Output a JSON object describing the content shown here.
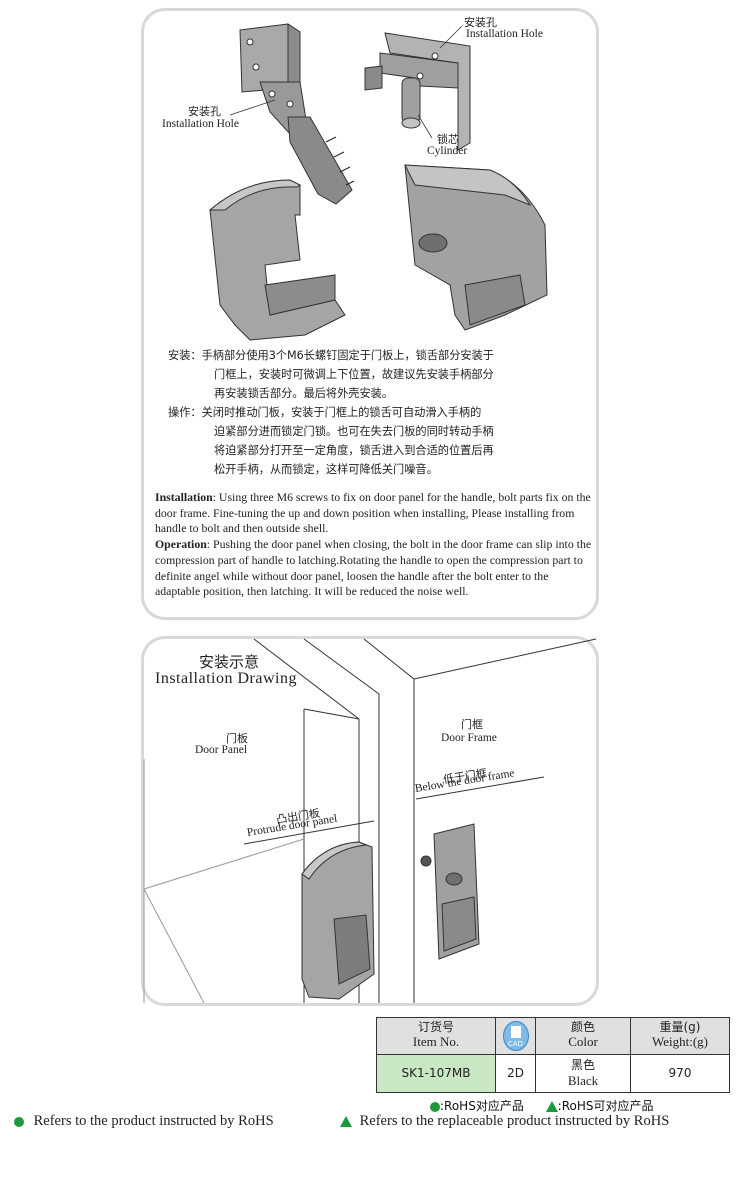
{
  "top_panel": {
    "label_install_hole_1_cn": "安装孔",
    "label_install_hole_1_en": "Installation Hole",
    "label_install_hole_2_cn": "安装孔",
    "label_install_hole_2_en": "Installation Hole",
    "label_cylinder_cn": "锁芯",
    "label_cylinder_en": "Cylinder",
    "cn_install": [
      "安装：手柄部分使用3个M6长螺钉固定于门板上，锁舌部分安装于",
      "门框上，安装时可微调上下位置，故建议先安装手柄部分",
      "再安装锁舌部分。最后将外壳安装。"
    ],
    "cn_operation": [
      "操作：关闭时推动门板，安装于门框上的锁舌可自动滑入手柄的",
      "迫紧部分进而锁定门锁。也可在失去门板的同时转动手柄",
      "将迫紧部分打开至一定角度，锁舌进入到合适的位置后再",
      "松开手柄，从而锁定，这样可降低关门噪音。"
    ],
    "en_install_title": "Installation",
    "en_install_body": ": Using three M6 screws to fix on door panel for the handle, bolt parts fix on the door frame. Fine-tuning the up and down position when installing, Please installing from handle to bolt and then outside shell.",
    "en_operation_title": "Operation",
    "en_operation_body": ": Pushing the door panel when closing, the bolt in the door frame can slip into the compression part of handle to latching.Rotating the handle to open the compression part to definite angel while without door panel, loosen the handle after the bolt enter to the adaptable position, then latching. It will be reduced the noise well."
  },
  "bottom_panel": {
    "title_cn": "安装示意",
    "title_en": "Installation Drawing",
    "door_panel_cn": "门板",
    "door_panel_en": "Door Panel",
    "door_frame_cn": "门框",
    "door_frame_en": "Door Frame",
    "below_frame_cn": "低于门框",
    "below_frame_en": "Below the door frame",
    "protrude_cn": "凸出门板",
    "protrude_en": "Protrude door panel"
  },
  "spec_table": {
    "headers": {
      "item_cn": "订货号",
      "item_en": "Item No.",
      "cad_icon": "CAD",
      "color_cn": "颜色",
      "color_en": "Color",
      "weight_cn": "重量(g)",
      "weight_en": "Weight:(g)"
    },
    "row": {
      "item_no": "SK1-107MB",
      "cad": "2D",
      "color_cn": "黑色",
      "color_en": "Black",
      "weight": "970"
    },
    "highlight_color": "#c9e7c2",
    "header_color": "#e0e0e0"
  },
  "legend": {
    "rohs_cn": ":RoHS对应产品",
    "rohs_replace_cn": ":RoHS可对应产品",
    "rohs_en": "Refers to the product instructed by RoHS",
    "rohs_replace_en": "Refers to the replaceable product instructed by RoHS",
    "marker_color": "#1a9a3a"
  }
}
